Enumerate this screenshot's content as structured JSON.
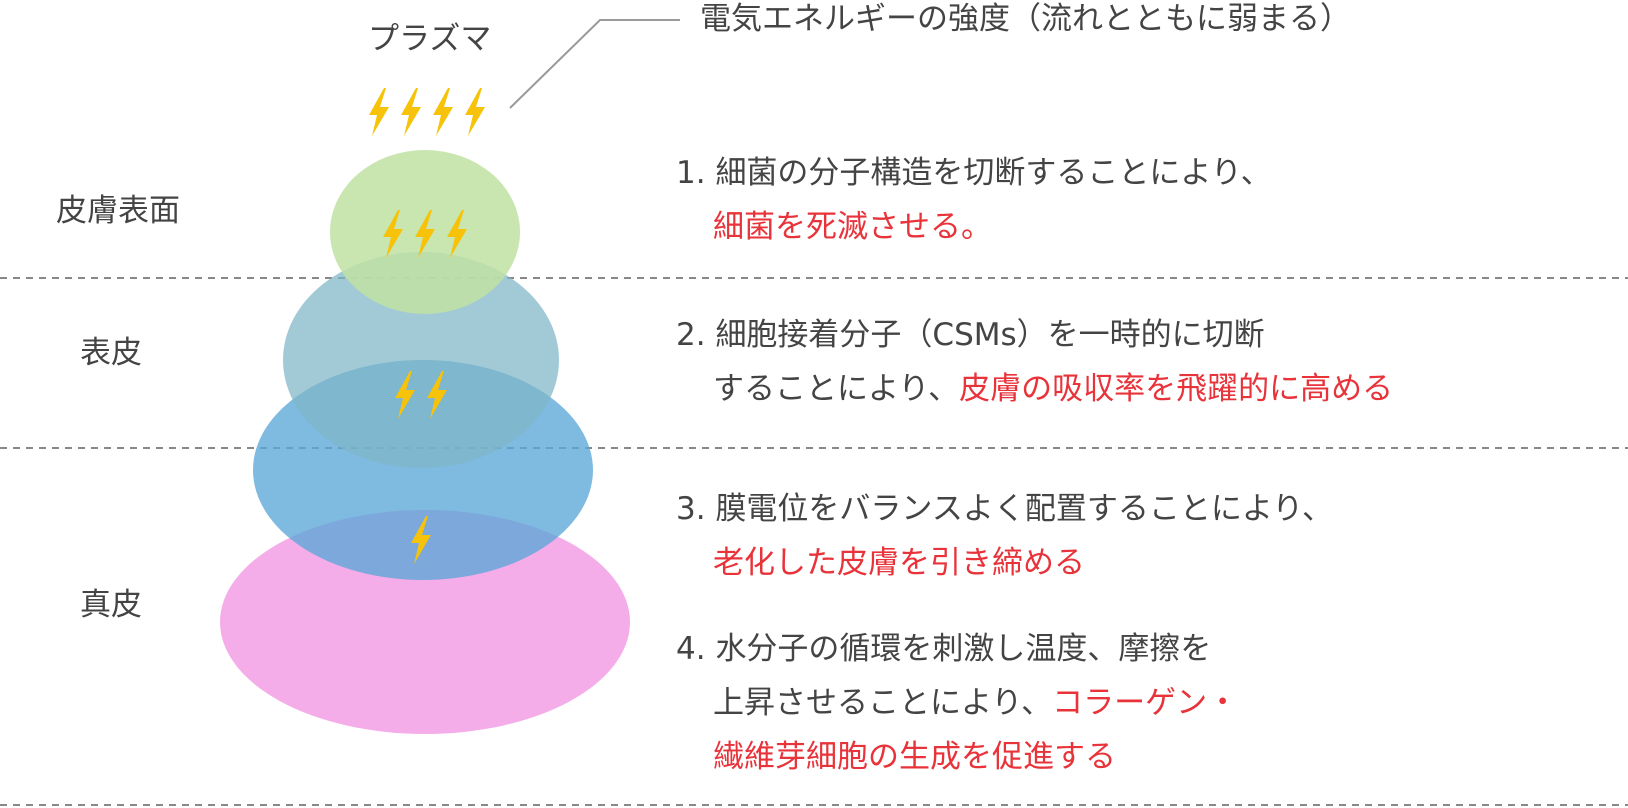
{
  "title": "電気エネルギーの強度（流れとともに弱まる）",
  "plasma_label": "プラズマ",
  "layers": {
    "surface": "皮膚表面",
    "epidermis": "表皮",
    "dermis": "真皮"
  },
  "items": [
    {
      "num": "1.",
      "line1": "細菌の分子構造を切断することにより、",
      "line2_red": "細菌を死滅させる。"
    },
    {
      "num": "2.",
      "line1": "細胞接着分子（CSMs）を一時的に切断",
      "line2_plain": "することにより、",
      "line2_red": "皮膚の吸収率を飛躍的に高める"
    },
    {
      "num": "3.",
      "line1": "膜電位をバランスよく配置することにより、",
      "line2_red": "老化した皮膚を引き締める"
    },
    {
      "num": "4.",
      "line1": "水分子の循環を刺激し温度、摩擦を",
      "line2_plain": "上昇させることにより、",
      "line2_red": "コラーゲン・",
      "line3_red": "繊維芽細胞の生成を促進する"
    }
  ],
  "bolt_counts": {
    "plasma": 4,
    "surface": 3,
    "epidermis": 2,
    "dermis": 1
  },
  "colors": {
    "text": "#444444",
    "highlight": "#e8333a",
    "bolt": "#f7c20a",
    "surface_ellipse": "#bfe2a3",
    "epidermis_ellipse": "#8dbccc",
    "epidermis_lower_ellipse": "#5ba6d9",
    "dermis_ellipse": "#f3a6e6",
    "dashed_line": "#888888"
  }
}
